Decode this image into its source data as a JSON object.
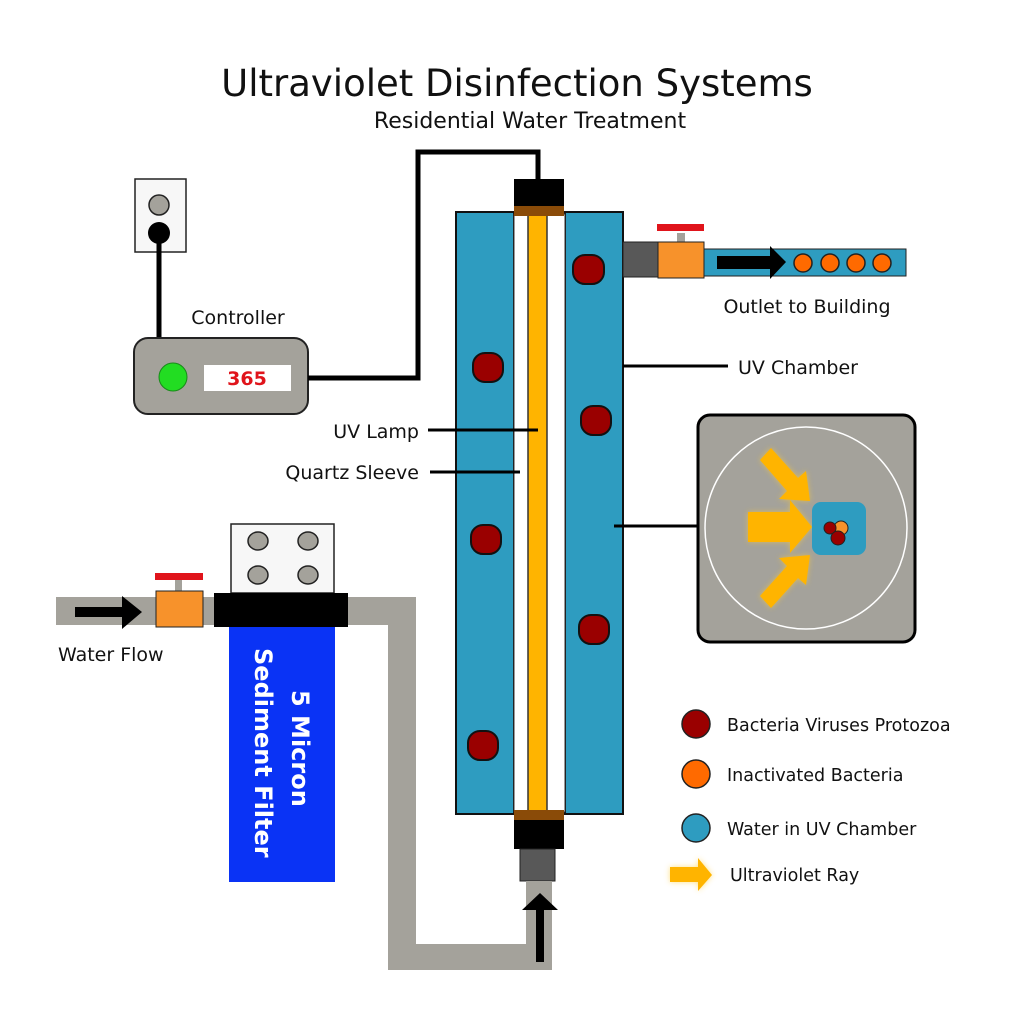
{
  "title": "Ultraviolet Disinfection Systems",
  "subtitle": "Residential Water Treatment",
  "colors": {
    "chamber_water": "#2e9cc0",
    "uv_lamp": "#ffb400",
    "pipe_gray": "#a4a29b",
    "controller_body": "#a4a29b",
    "valve": "#f7922b",
    "valve_handle": "#e0141b",
    "filter": "#0a33f5",
    "contaminant": "#9a0000",
    "inactivated": "#ff6a00",
    "indicator_green": "#22dd22",
    "display_text": "#e0141b",
    "lamp_cap_band": "#8a4b08"
  },
  "components": {
    "controller": {
      "label": "Controller",
      "display_value": "365",
      "indicator": "power-light-green"
    },
    "uv_lamp": {
      "label": "UV Lamp"
    },
    "quartz_sleeve": {
      "label": "Quartz Sleeve"
    },
    "uv_chamber": {
      "label": "UV Chamber"
    },
    "outlet": {
      "label": "Outlet to Building"
    },
    "inlet": {
      "label": "Water Flow"
    },
    "filter": {
      "line1": "5 Micron",
      "line2": "Sediment Filter"
    }
  },
  "legend": [
    {
      "icon": "red-circle",
      "label": "Bacteria Viruses Protozoa"
    },
    {
      "icon": "orange-circle",
      "label": "Inactivated Bacteria"
    },
    {
      "icon": "blue-circle",
      "label": "Water in UV Chamber"
    },
    {
      "icon": "yellow-arrow",
      "label": "Ultraviolet Ray"
    }
  ]
}
